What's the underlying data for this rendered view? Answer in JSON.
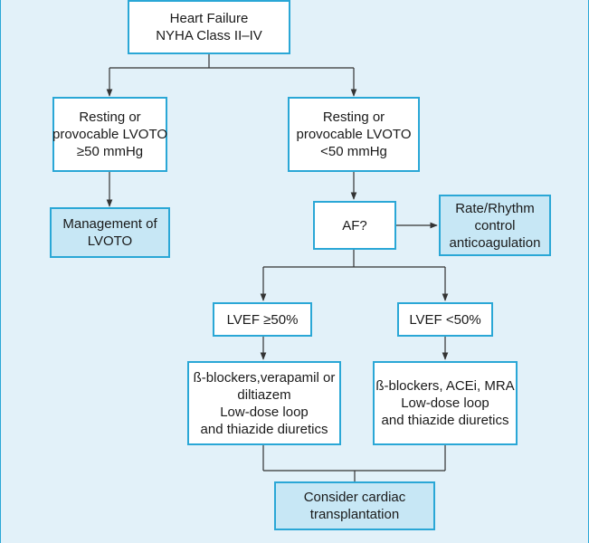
{
  "nodes": {
    "heart_failure": [
      "Heart Failure",
      "NYHA Class II–IV"
    ],
    "lvoto_high": [
      "Resting or",
      "provocable LVOTO",
      "≥50 mmHg"
    ],
    "lvoto_low": [
      "Resting or",
      "provocable LVOTO",
      "<50 mmHg"
    ],
    "management": [
      "Management of",
      "LVOTO"
    ],
    "af": [
      "AF?"
    ],
    "rate_rhythm": [
      "Rate/Rhythm",
      "control",
      "anticoagulation"
    ],
    "lvef_high": [
      "LVEF ≥50%"
    ],
    "lvef_low": [
      "LVEF <50%"
    ],
    "treat_preserved": [
      "ß-blockers,verapamil or",
      "diltiazem",
      "Low-dose loop",
      "and thiazide diuretics"
    ],
    "treat_reduced": [
      "ß-blockers, ACEi, MRA",
      "Low-dose loop",
      "and thiazide diuretics"
    ],
    "transplant": [
      "Consider cardiac",
      "transplantation"
    ]
  },
  "colors": {
    "border": "#2aa7d6",
    "background": "#e2f1f9",
    "shaded_fill": "#c7e7f5",
    "line": "#333333"
  }
}
